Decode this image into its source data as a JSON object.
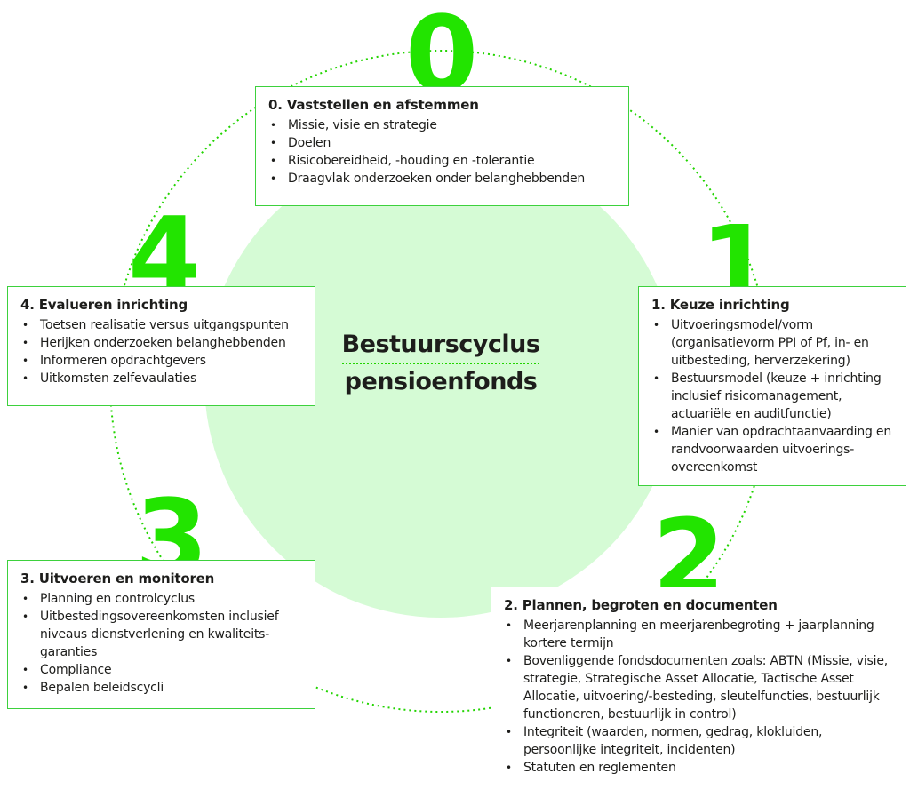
{
  "center_title": {
    "line1": "Bestuurscyclus",
    "line2": "pensioenfonds"
  },
  "colors": {
    "accent": "#22e400",
    "border": "#3dd13d",
    "center_fill": "#d5fbd5",
    "text": "#1d1d1b"
  },
  "numbers": [
    "0",
    "1",
    "2",
    "3",
    "4"
  ],
  "steps": [
    {
      "title": "0. Vaststellen en afstemmen",
      "items": [
        "Missie, visie en strategie",
        "Doelen",
        "Risicobereidheid, -houding en -tolerantie",
        "Draagvlak onderzoeken onder belanghebbenden"
      ]
    },
    {
      "title": "1. Keuze inrichting",
      "items": [
        "Uitvoeringsmodel/vorm (organisatievorm PPI of Pf, in- en uitbesteding, herverzekering)",
        "Bestuursmodel (keuze + inrichting inclusief risicomanagement, actuariële en auditfunctie)",
        "Manier van opdrachtaanvaarding en randvoorwaarden uitvoerings-overeenkomst"
      ]
    },
    {
      "title": "2. Plannen, begroten en documenten",
      "items": [
        "Meerjarenplanning en meerjarenbegroting + jaarplanning kortere termijn",
        "Bovenliggende fondsdocumenten zoals: ABTN (Missie, visie, strategie, Strategische Asset Allocatie, Tactische Asset Allocatie, uitvoering/-besteding, sleutelfuncties, bestuurlijk functioneren, bestuurlijk in control)",
        "Integriteit (waarden, normen, gedrag, klokluiden, persoonlijke integriteit, incidenten)",
        "Statuten en reglementen"
      ]
    },
    {
      "title": "3. Uitvoeren en monitoren",
      "items": [
        "Planning en controlcyclus",
        "Uitbestedingsovereenkomsten inclusief niveaus dienstverlening en kwaliteits-garanties",
        "Compliance",
        "Bepalen beleidscycli"
      ]
    },
    {
      "title": "4. Evalueren inrichting",
      "items": [
        "Toetsen realisatie versus uitgangspunten",
        "Herijken onderzoeken belanghebbenden",
        "Informeren opdrachtgevers",
        "Uitkomsten zelfevaulaties"
      ]
    }
  ]
}
